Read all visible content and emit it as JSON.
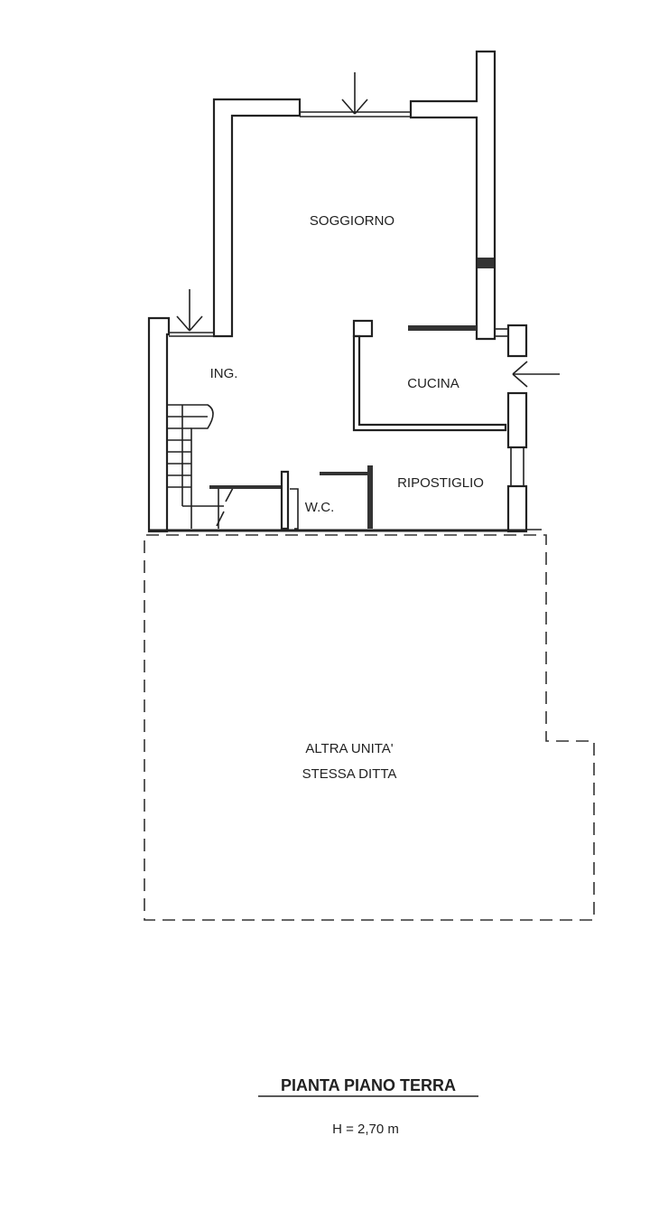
{
  "rooms": {
    "soggiorno": "SOGGIORNO",
    "ingresso": "ING.",
    "cucina": "CUCINA",
    "ripostiglio": "RIPOSTIGLIO",
    "wc": "W.C.",
    "altra_unita_line1": "ALTRA UNITA'",
    "altra_unita_line2": "STESSA DITTA"
  },
  "footer": {
    "title": "PIANTA PIANO TERRA",
    "height": "H = 2,70 m"
  }
}
